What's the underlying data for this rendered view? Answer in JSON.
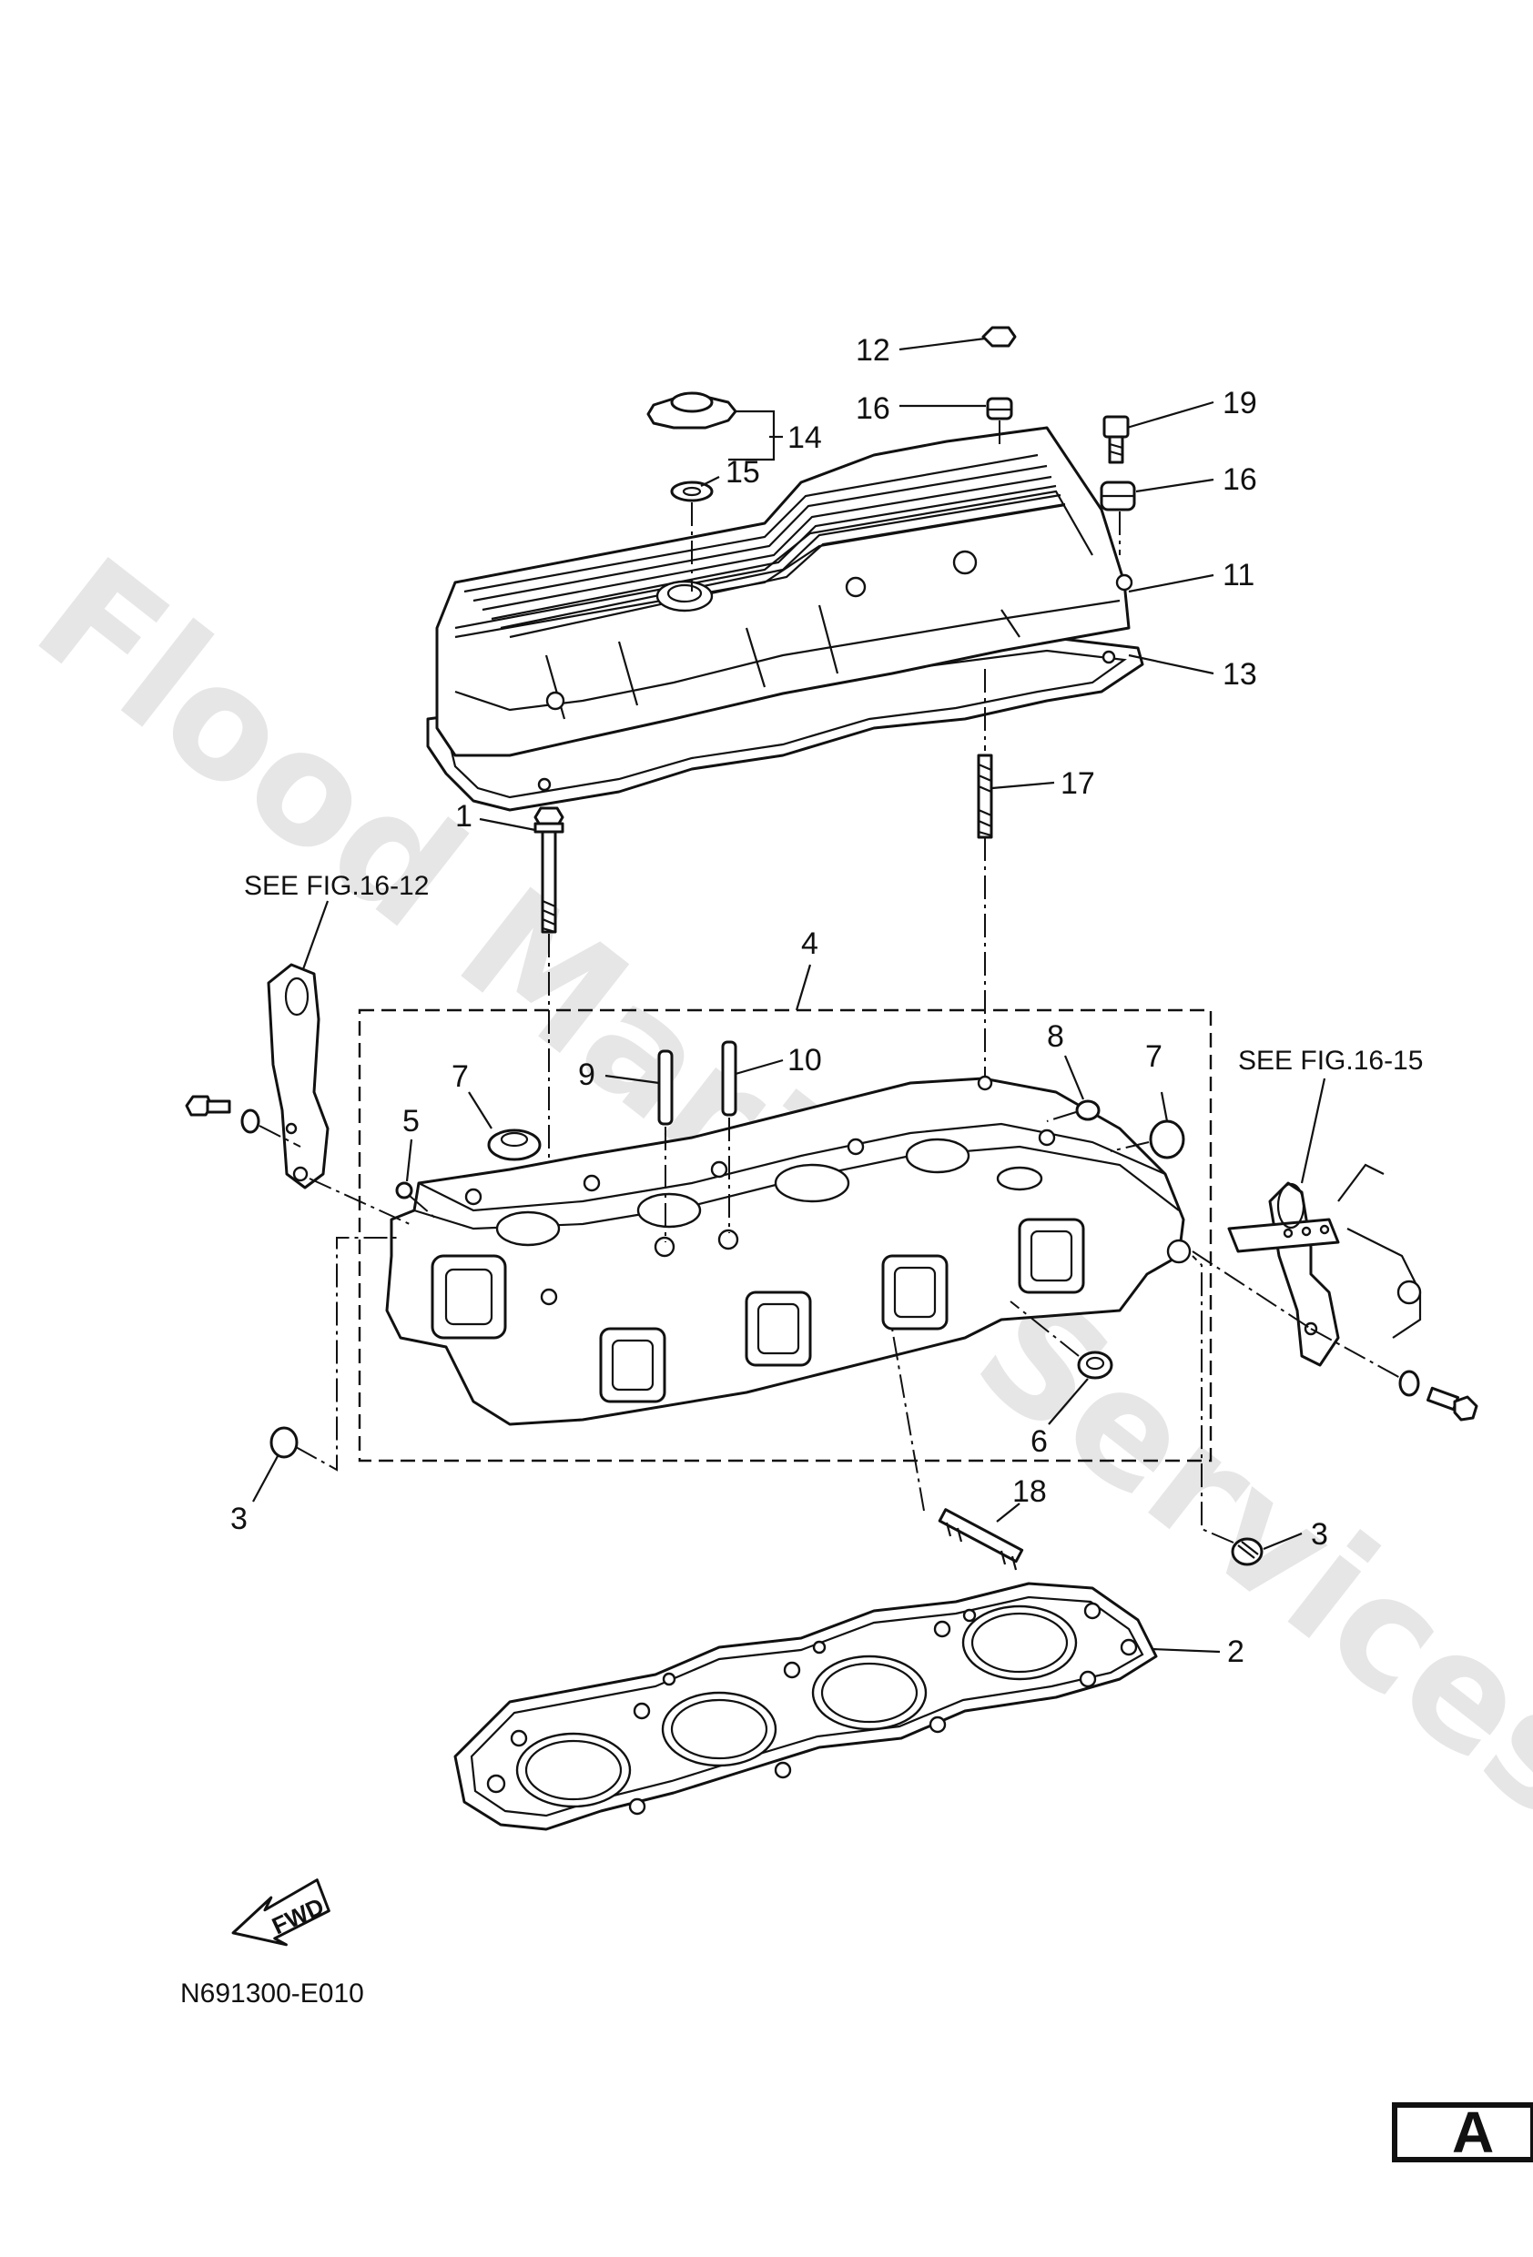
{
  "diagram": {
    "watermark": "Flood Marine Services",
    "figure_code": "N691300-E010",
    "page_badge": "A",
    "fwd_label": "FWD",
    "refs": {
      "left": "SEE FIG.16-12",
      "right": "SEE FIG.16-15"
    },
    "callouts": {
      "c1": "1",
      "c2": "2",
      "c3a": "3",
      "c3b": "3",
      "c4": "4",
      "c5": "5",
      "c6": "6",
      "c7a": "7",
      "c7b": "7",
      "c8": "8",
      "c9": "9",
      "c10": "10",
      "c11": "11",
      "c12": "12",
      "c13": "13",
      "c14": "14",
      "c15": "15",
      "c16a": "16",
      "c16b": "16",
      "c17": "17",
      "c18": "18",
      "c19": "19"
    }
  }
}
